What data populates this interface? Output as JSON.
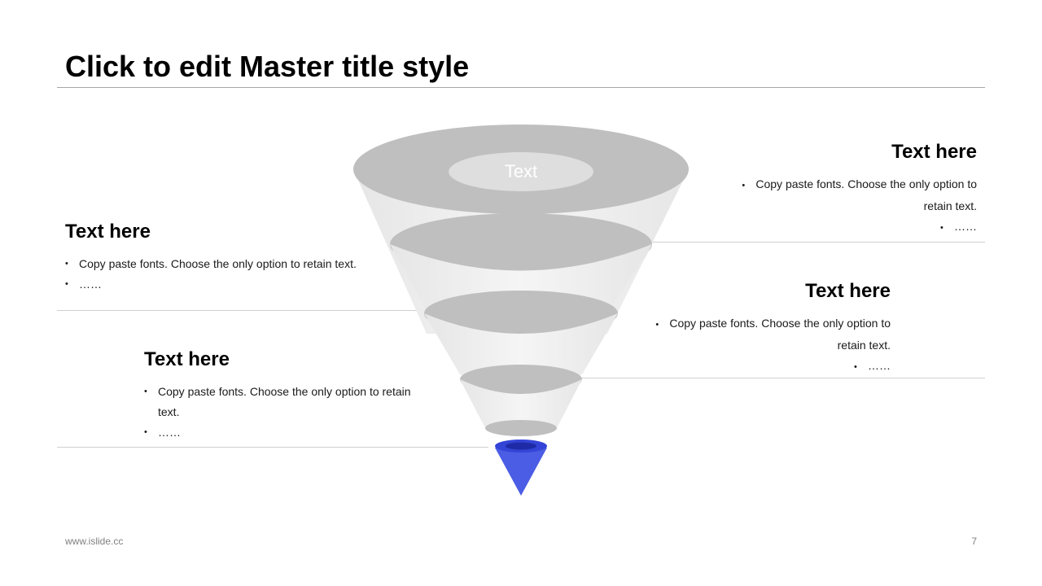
{
  "slide": {
    "title": "Click to edit Master title style",
    "footer_url": "www.islide.cc",
    "page_number": "7"
  },
  "funnel": {
    "top_label": "Text",
    "levels": 5,
    "colors": {
      "tier_fill": "#f0f0f0",
      "tier_ring": "#bfbfbf",
      "top_inner": "#dedede",
      "top_label": "#ffffff",
      "tip_fill": "#4b5de4",
      "tip_top": "#3344d6",
      "tip_hole": "#1f2aa6"
    }
  },
  "blocks": [
    {
      "heading": "Text here",
      "bullets": [
        "Copy paste fonts. Choose the only option to retain text.",
        "……"
      ]
    },
    {
      "heading": "Text here",
      "bullets": [
        "Copy paste fonts. Choose the only option to retain text.",
        "……"
      ]
    },
    {
      "heading": "Text here",
      "bullets": [
        "Copy paste fonts. Choose the only option to retain text.",
        "……"
      ]
    },
    {
      "heading": "Text here",
      "bullets": [
        "Copy paste fonts. Choose the only option to retain text.",
        "……"
      ]
    }
  ]
}
